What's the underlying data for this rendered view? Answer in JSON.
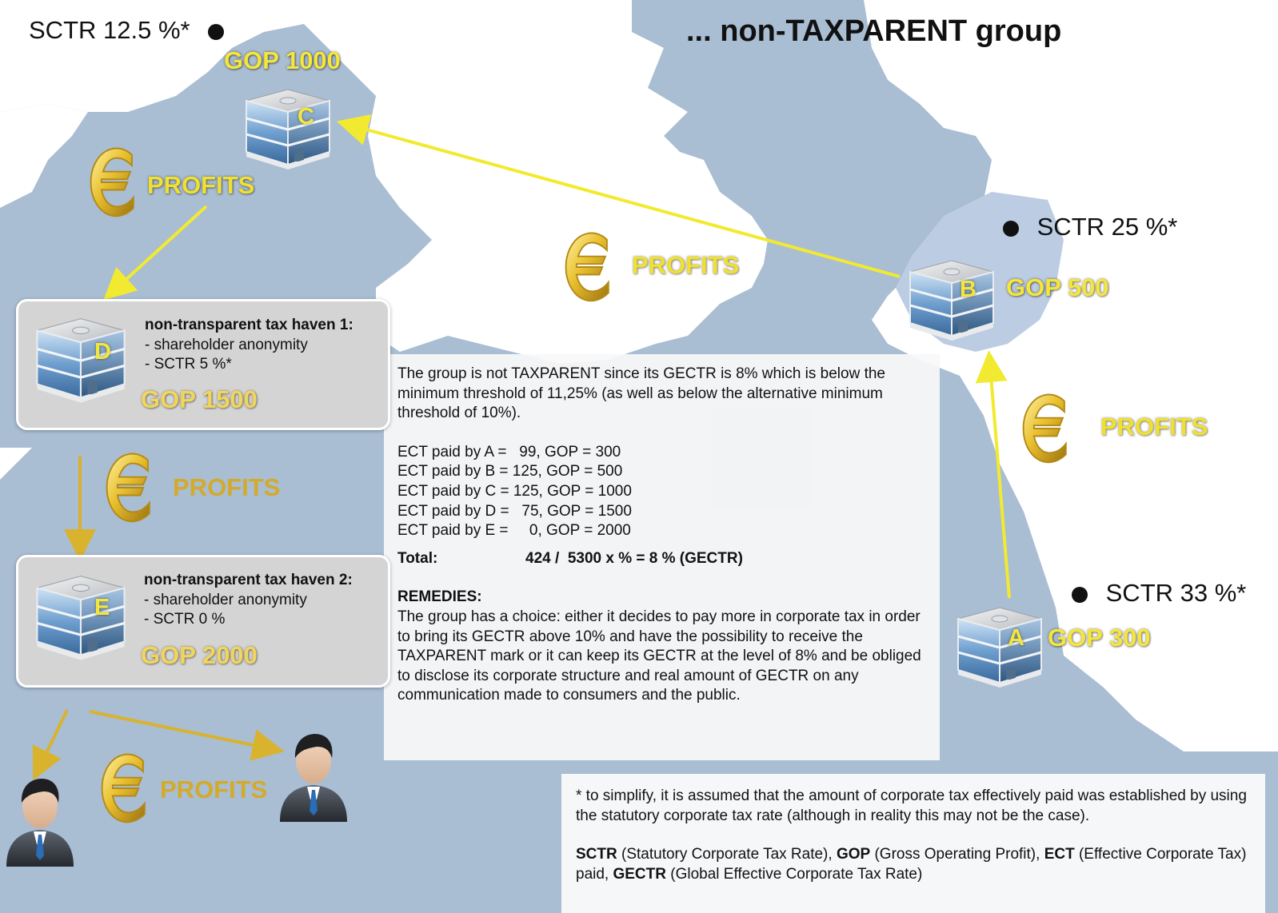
{
  "title": "... non-TAXPARENT group",
  "sctr_c": "SCTR 12.5 %*",
  "sctr_b": "SCTR 25 %*",
  "sctr_a": "SCTR 33 %*",
  "companies": {
    "c": {
      "letter": "C",
      "gop": "GOP 1000"
    },
    "b": {
      "letter": "B",
      "gop": "GOP 500"
    },
    "a": {
      "letter": "A",
      "gop": "GOP 300"
    },
    "d": {
      "letter": "D",
      "gop": "GOP 1500"
    },
    "e": {
      "letter": "E",
      "gop": "GOP 2000"
    }
  },
  "profits_label": "PROFITS",
  "haven1": {
    "title": "non-transparent tax haven 1:",
    "line1": "- shareholder anonymity",
    "line2": "- SCTR 5 %*"
  },
  "haven2": {
    "title": "non-transparent tax haven 2:",
    "line1": "- shareholder anonymity",
    "line2": "- SCTR 0 %"
  },
  "info": {
    "intro": "The group is not TAXPARENT since its GECTR is 8% which is below the minimum threshold of 11,25% (as well as below the alternative minimum threshold of 10%).",
    "ect_rows": [
      "ECT paid by A =   99, GOP = 300",
      "ECT paid by B = 125, GOP = 500",
      "ECT paid by C = 125, GOP = 1000",
      "ECT paid by D =   75, GOP = 1500",
      "ECT paid by E =     0, GOP = 2000"
    ],
    "total_label": "Total:",
    "total_value": "424 /  5300 x % = 8 % (GECTR)",
    "remedies_title": "REMEDIES:",
    "remedies_text": "The group has a choice: either it decides to pay more in corporate tax in order to bring its GECTR above 10% and have the possibility to receive the TAXPARENT mark or it can keep its GECTR at the level of 8% and be obliged to disclose its corporate structure and real amount of GECTR on any communication made to consumers and the public."
  },
  "footnote": {
    "note": "* to simplify, it is assumed that the amount of corporate tax effectively paid was established by using the statutory corporate tax rate (although in reality this may not be the case).",
    "abbr": [
      {
        "term": "SCTR",
        "def": " (Statutory Corporate Tax Rate), "
      },
      {
        "term": "GOP",
        "def": " (Gross Operating Profit), "
      },
      {
        "term": "ECT",
        "def": " (Effective Corporate Tax) paid, "
      },
      {
        "term": "GECTR",
        "def": " (Global Effective Corporate Tax Rate)"
      }
    ]
  },
  "colors": {
    "sea": "#a9bdd3",
    "land": "#ffffff",
    "highlight_country": "#bccce3",
    "arrow_yellow": "#f2ea30",
    "arrow_gold": "#d9b32e"
  }
}
